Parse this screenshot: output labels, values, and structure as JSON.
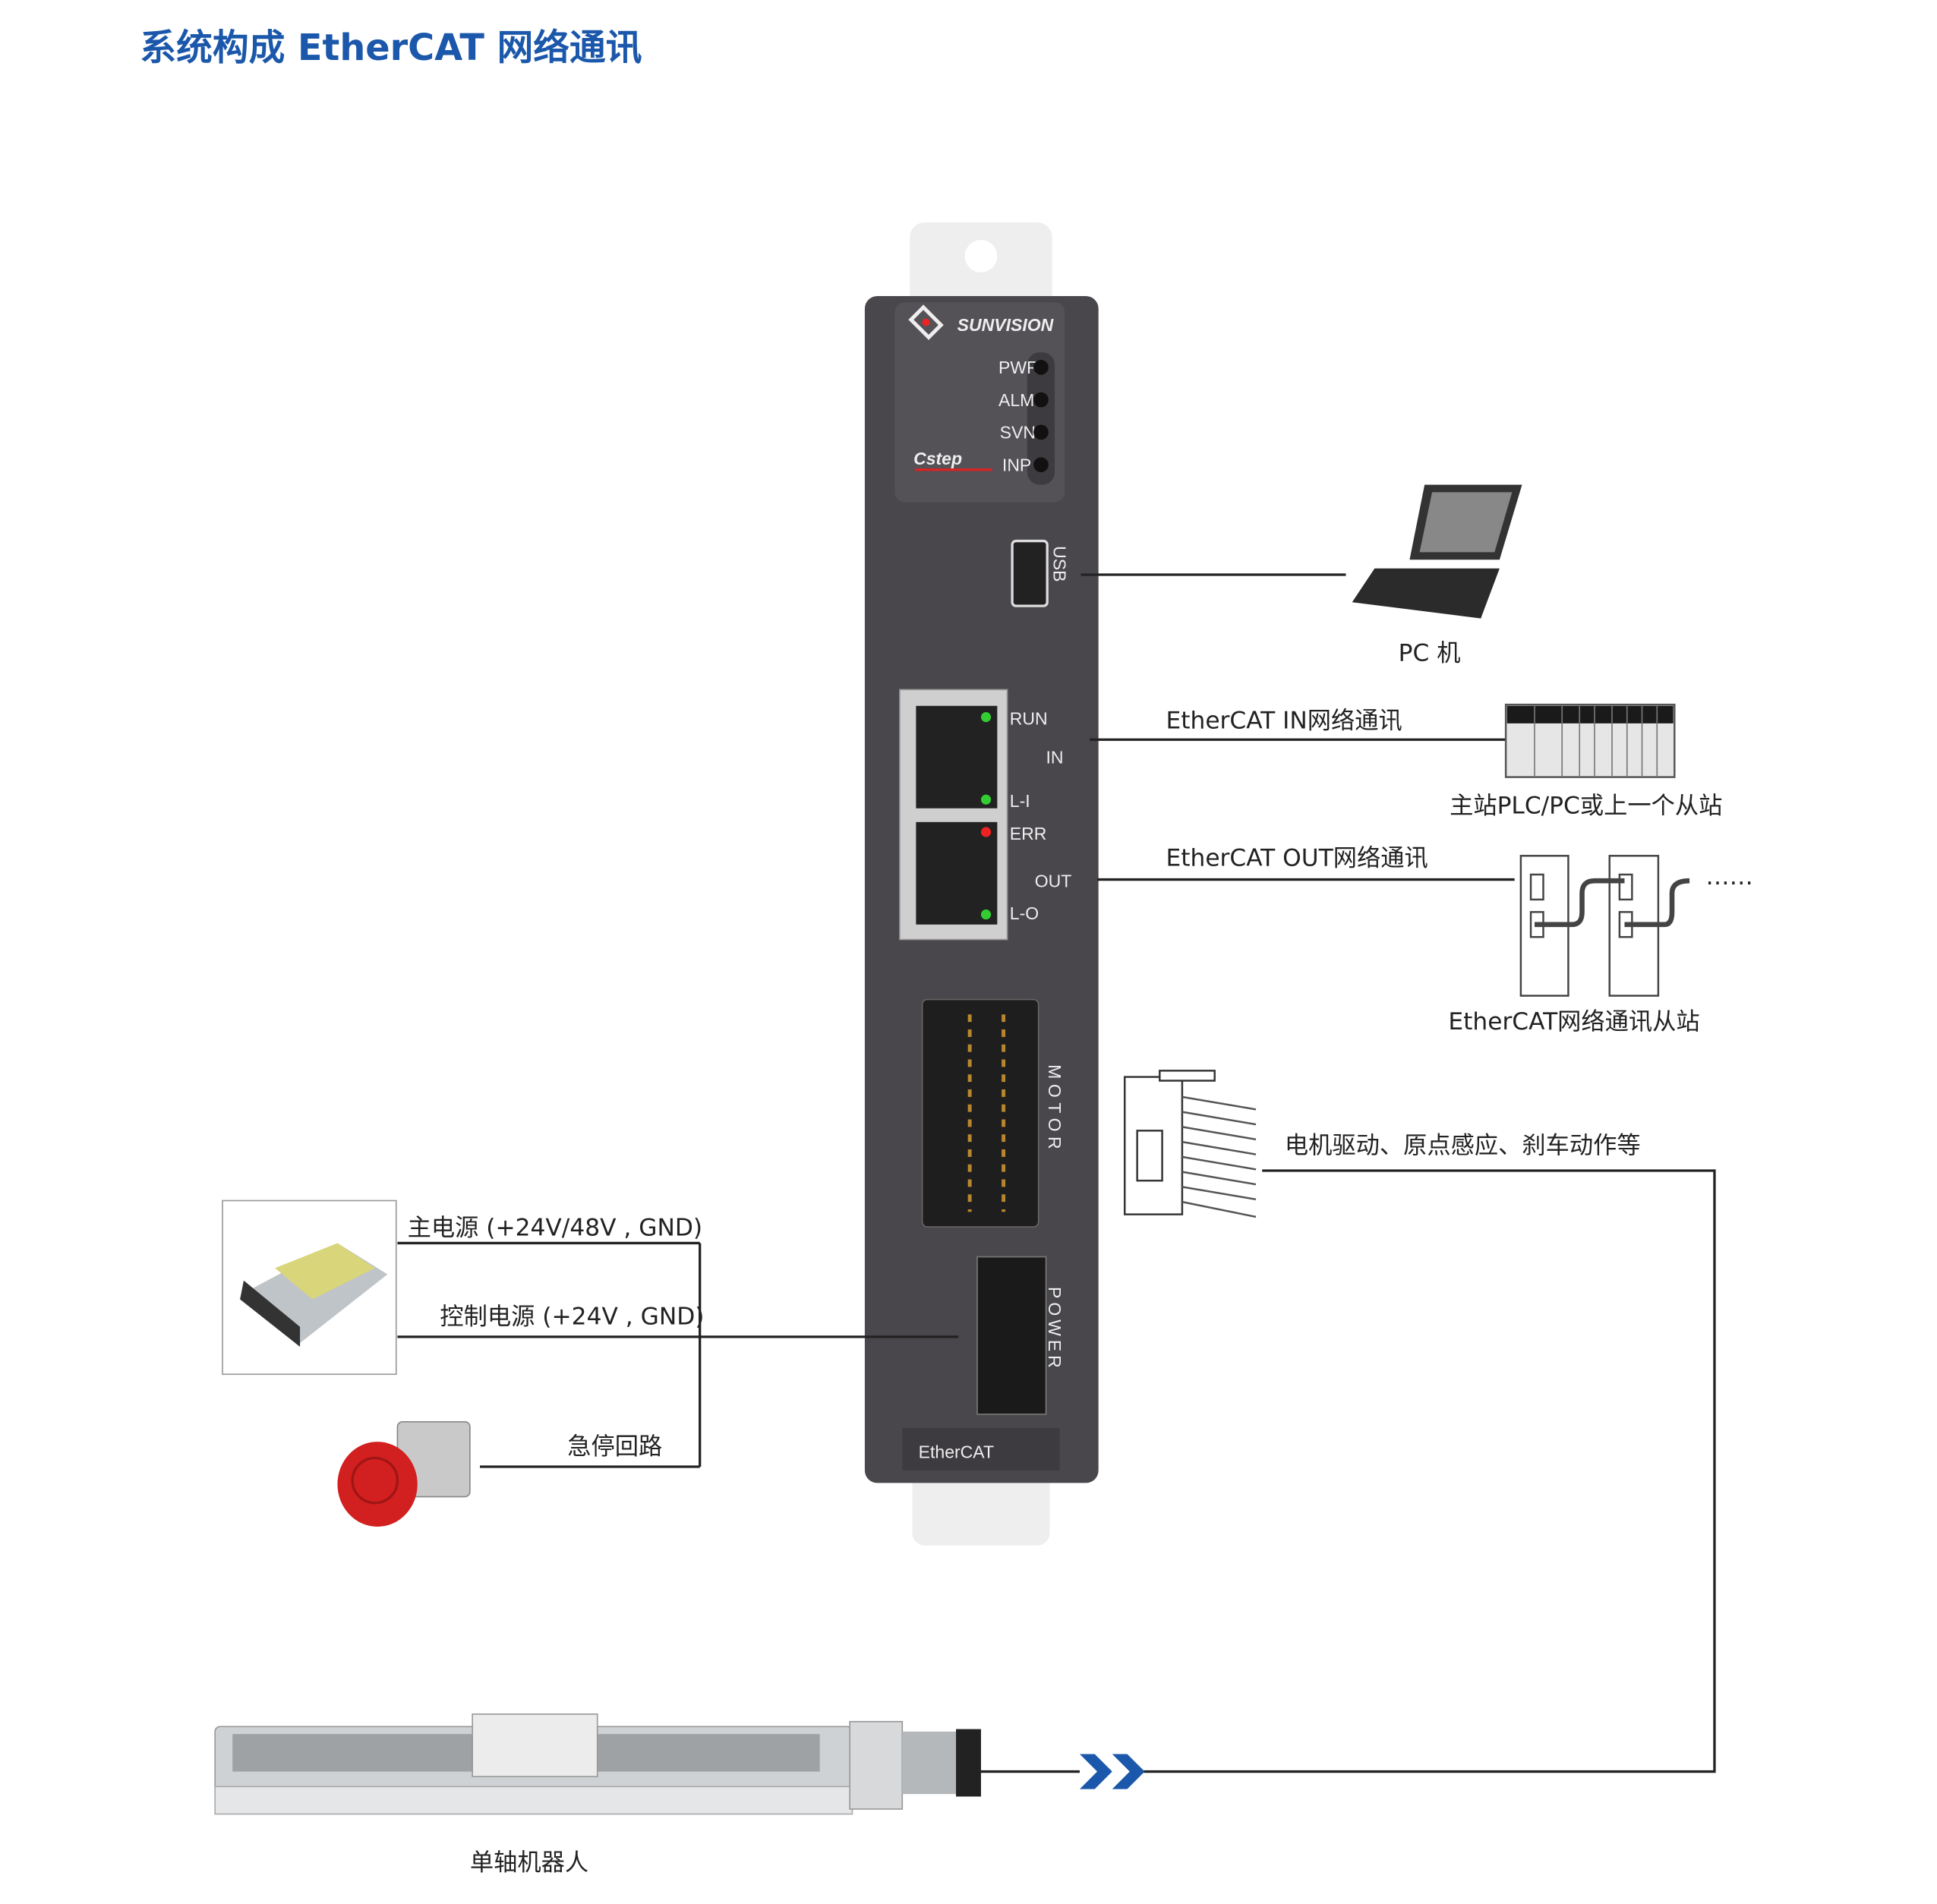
{
  "title": "系统构成  EtherCAT 网络通讯",
  "device": {
    "brand": "SUNVISION",
    "model": "Cstep",
    "leds": [
      "PWR",
      "ALM",
      "SVN",
      "INP"
    ],
    "ports": {
      "usb": "USB",
      "run": "RUN",
      "in": "IN",
      "li": "L-I",
      "err": "ERR",
      "out": "OUT",
      "lo": "L-O",
      "motor": "MOTOR",
      "power": "POWER"
    },
    "footer_logo": "EtherCAT"
  },
  "labels": {
    "pc": "PC 机",
    "ethercat_in": "EtherCAT IN网络通讯",
    "master": "主站PLC/PC或上一个从站",
    "ethercat_out": "EtherCAT OUT网络通讯",
    "ellipsis": "……",
    "slaves": "EtherCAT网络通讯从站",
    "motor_io": "电机驱动、原点感应、刹车动作等",
    "main_power": "主电源 (+24V/48V , GND)",
    "control_power": "控制电源 (+24V , GND)",
    "estop": "急停回路",
    "robot": "单轴机器人"
  },
  "colors": {
    "title": "#1b57aa",
    "device": "#4a474c",
    "arrow": "#1b57aa"
  }
}
